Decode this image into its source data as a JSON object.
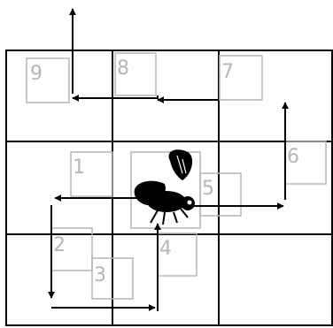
{
  "diagram": {
    "grid": {
      "rows": 3,
      "cols": 3,
      "line_color": "#000000"
    },
    "step_labels": [
      "1",
      "2",
      "3",
      "4",
      "5",
      "6",
      "7",
      "8",
      "9"
    ],
    "label_box_color": "#b5b5b5",
    "arrow_color": "#000000",
    "center_icon": "fly-icon"
  }
}
